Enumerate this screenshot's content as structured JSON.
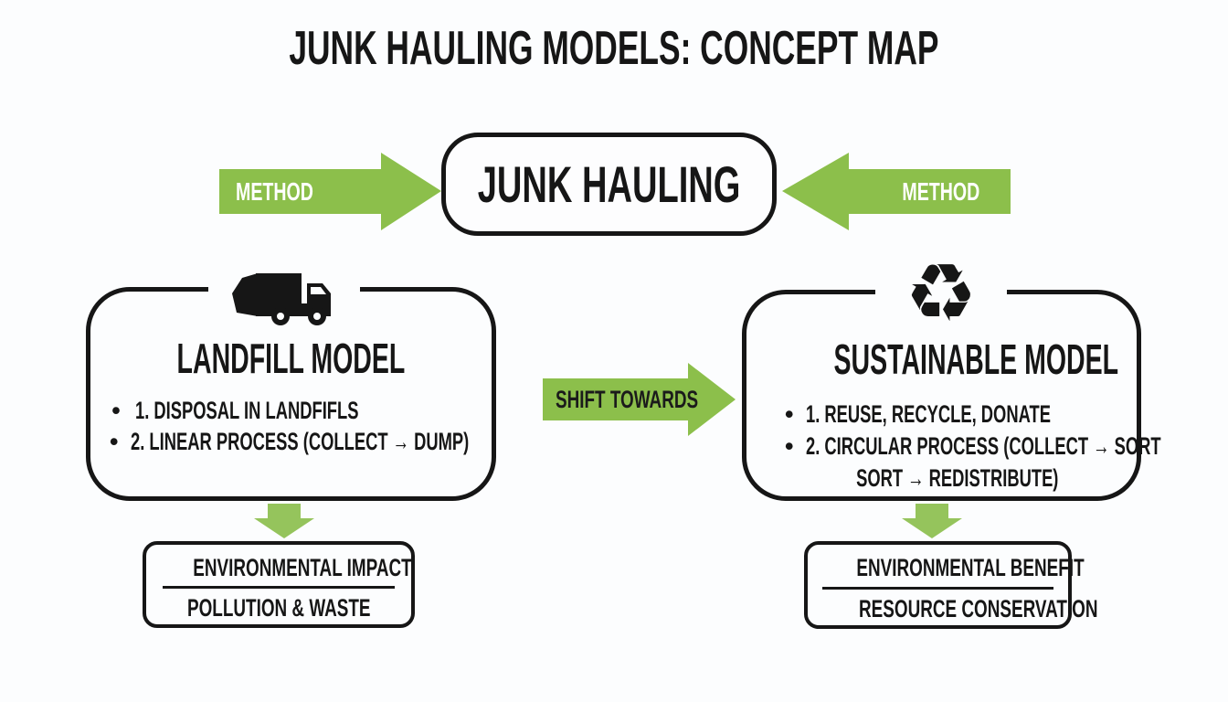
{
  "header": {
    "title": "JUNK HAULING MODELS: CONCEPT MAP"
  },
  "colors": {
    "green": "#8cbf4b",
    "green_soft": "#95c45c",
    "ink": "#161616",
    "background": "#fcfdfe"
  },
  "icons": {
    "bullet_glyph": "•",
    "recycle_glyph": "♻",
    "garbage_truck": "garbage-truck-icon"
  },
  "center_node": {
    "label": "JUNK HAULING"
  },
  "arrows": {
    "method_left": {
      "label": "METHOD",
      "direction": "right"
    },
    "method_right": {
      "label": "METHOD",
      "direction": "left"
    },
    "shift": {
      "label": "SHIFT TOWARDS",
      "direction": "right"
    },
    "down_left": {
      "direction": "down"
    },
    "down_right": {
      "direction": "down"
    }
  },
  "landfill": {
    "title": "LANDFILL MODEL",
    "bullets": [
      "1. DISPOSAL IN LANDFIFLS",
      "2. LINEAR PROCESS (COLLECT → DUMP)"
    ],
    "outcome": {
      "heading": "ENVIRONMENTAL IMPACT",
      "value": "POLLUTION & WASTE"
    }
  },
  "sustainable": {
    "title": "SUSTAINABLE MODEL",
    "bullets": [
      "1. REUSE, RECYCLE, DONATE",
      "2. CIRCULAR PROCESS (COLLECT → SORT",
      "SORT → REDISTRIBUTE)"
    ],
    "outcome": {
      "heading": "ENVIRONMENTAL BENEFIT",
      "value": "RESOURCE CONSERVATION"
    }
  }
}
